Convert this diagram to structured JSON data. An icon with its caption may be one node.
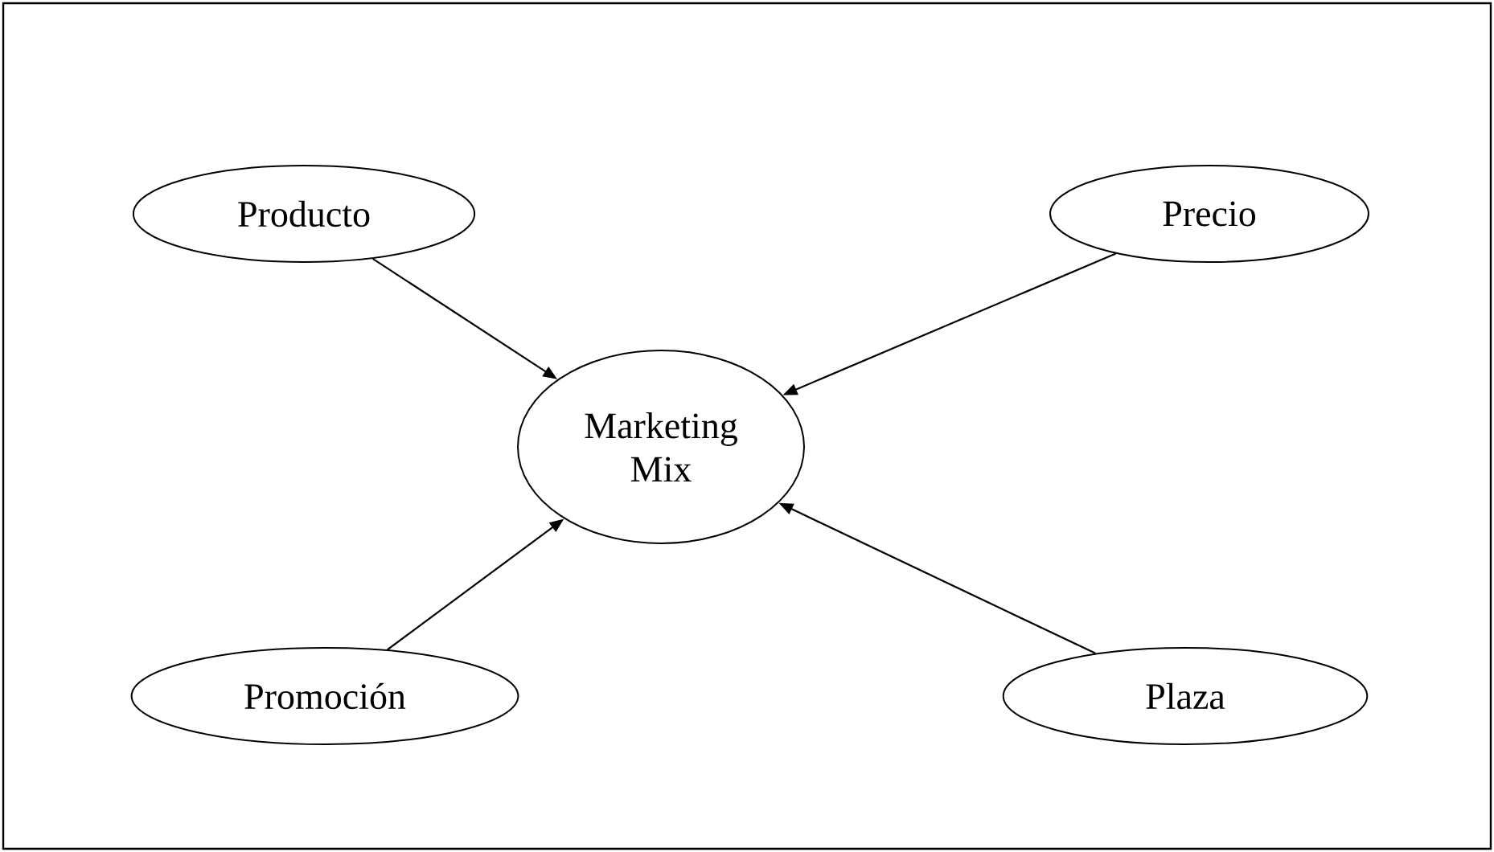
{
  "diagram": {
    "nodes": [
      {
        "text": [
          "Producto"
        ]
      },
      {
        "text": [
          "Precio"
        ]
      },
      {
        "text": [
          "Marketing Mix"
        ]
      },
      {
        "text": [
          "Promoción"
        ]
      },
      {
        "text": [
          "Plaza"
        ]
      }
    ],
    "edges": [
      {
        "from": 0,
        "to": 2,
        "arrow": "to"
      },
      {
        "from": 1,
        "to": 2,
        "arrow": "to"
      },
      {
        "from": 3,
        "to": 2,
        "arrow": "to"
      },
      {
        "from": 4,
        "to": 2,
        "arrow": "to"
      }
    ]
  }
}
